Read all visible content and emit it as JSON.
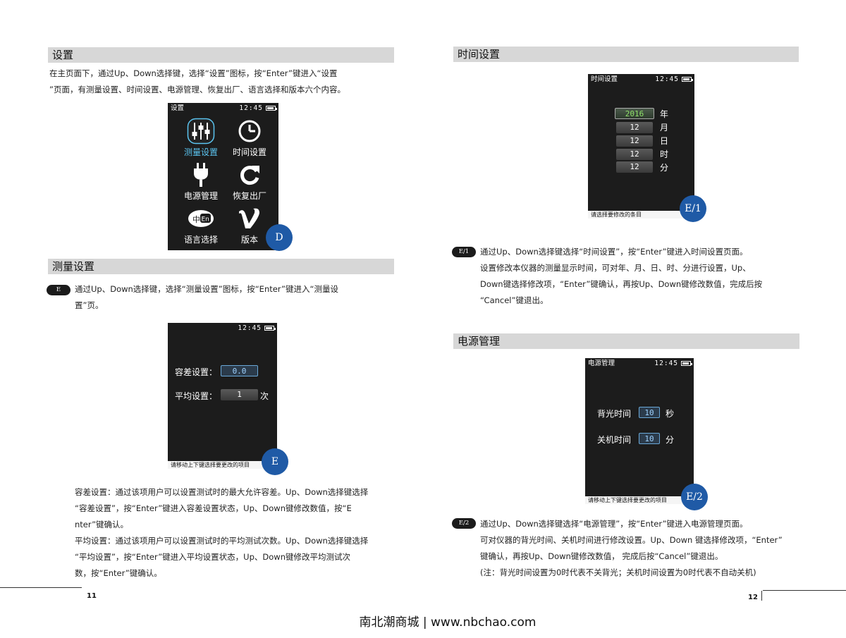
{
  "left": {
    "settings": {
      "title": "设置",
      "para": [
        "在主页面下，通过Up、Down选择键，选择“设置”图标，按“Enter”键进入“设置",
        "”页面，有测量设置、时间设置、电源管理、恢复出厂、语言选择和版本六个内容。"
      ],
      "screen": {
        "title": "设置",
        "time": "12:45",
        "menu": [
          "测量设置",
          "时间设置",
          "电源管理",
          "恢复出厂",
          "语言选择",
          "版本"
        ],
        "lang_icon_text": [
          "中",
          "En"
        ],
        "badge": "D"
      }
    },
    "measure": {
      "title": "测量设置",
      "pill": "E",
      "para": [
        "通过Up、Down选择键，选择“测量设置”图标，按“Enter”键进入“测量设",
        "置”页。"
      ],
      "screen": {
        "time": "12:45",
        "tolerance_label": "容差设置：",
        "tolerance_value": "0.0",
        "average_label": "平均设置：",
        "average_value": "1",
        "average_unit": "次",
        "footer": "请移动上下键选择要更改的项目",
        "badge": "E"
      },
      "desc": [
        "容差设置：通过该项用户可以设置测试时的最大允许容差。Up、Down选择键选择",
        "“容差设置”，按“Enter”键进入容差设置状态，Up、Down键修改数值，按“E",
        "nter”键确认。",
        "平均设置：通过该项用户可以设置测试时的平均测试次数。Up、Down选择键选择",
        "“平均设置”，按“Enter”键进入平均设置状态，Up、Down键修改平均测试次",
        "数，按“Enter”键确认。"
      ]
    },
    "page_number": "11"
  },
  "right": {
    "time": {
      "title": "时间设置",
      "screen": {
        "title": "时间设置",
        "time": "12:45",
        "rows": [
          {
            "value": "2016",
            "unit": "年"
          },
          {
            "value": "12",
            "unit": "月"
          },
          {
            "value": "12",
            "unit": "日"
          },
          {
            "value": "12",
            "unit": "时"
          },
          {
            "value": "12",
            "unit": "分"
          }
        ],
        "footer": "请选择要修改的条目",
        "badge": "E/1"
      },
      "pill": "E/1",
      "para": [
        "通过Up、Down选择键选择“时间设置”，按“Enter”键进入时间设置页面。",
        "设置修改本仪器的测量显示时间，可对年、月、日、时、分进行设置，Up、",
        "Down键选择修改项，“Enter”键确认，再按Up、Down键修改数值，完成后按",
        "“Cancel”键退出。"
      ]
    },
    "power": {
      "title": "电源管理",
      "screen": {
        "title": "电源管理",
        "time": "12:45",
        "backlight_label": "背光时间",
        "backlight_value": "10",
        "backlight_unit": "秒",
        "shutdown_label": "关机时间",
        "shutdown_value": "10",
        "shutdown_unit": "分",
        "footer": "请移动上下键选择要更改的项目",
        "badge": "E/2"
      },
      "pill": "E/2",
      "para": [
        "通过Up、Down选择键选择“电源管理”，按“Enter”键进入电源管理页面。",
        "可对仪器的背光时间、关机时间进行修改设置。Up、Down 键选择修改项，“Enter”",
        " 键确认，再按Up、Down键修改数值，  完成后按“Cancel”键退出。",
        "(注：背光时间设置为0时代表不关背光；关机时间设置为0时代表不自动关机)"
      ]
    },
    "page_number": "12"
  },
  "watermark": "南北潮商城 | www.nbchao.com",
  "colors": {
    "badge_blue": "#1f5aa6",
    "section_bar": "#d7d7d7",
    "screen_bg": "#1c1c1c",
    "selected_cyan": "#5bc4f0",
    "year_green": "#8fe06a"
  }
}
